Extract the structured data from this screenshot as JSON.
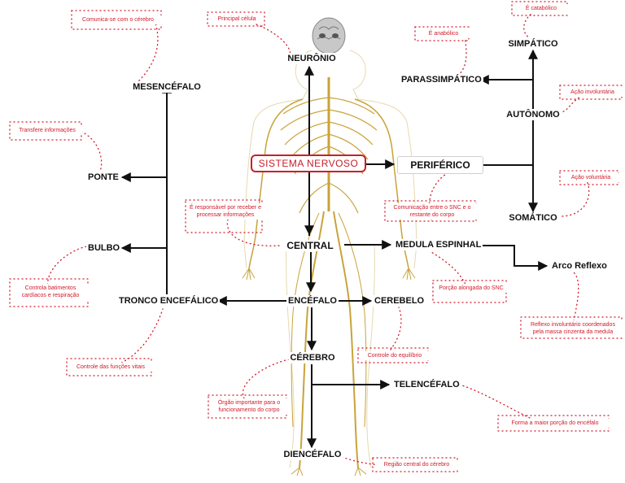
{
  "root": "SISTEMA NERVOSO",
  "nodes": {
    "neuronio": "NEURÔNIO",
    "periferico": "PERIFÉRICO",
    "central": "CENTRAL",
    "autonomo": "AUTÔNOMO",
    "simpatico": "SIMPÁTICO",
    "parassimpatico": "PARASSIMPÁTICO",
    "somatico": "SOMÁTICO",
    "medula": "MEDULA ESPINHAL",
    "arco": "Arco Reflexo",
    "encefalo": "ENCÉFALO",
    "cerebelo": "CEREBELO",
    "tronco": "TRONCO ENCEFÁLICO",
    "cerebro": "CÉREBRO",
    "telencefalo": "TELENCÉFALO",
    "diencefalo": "DIENCÉFALO",
    "mesencefalo": "MESENCÉFALO",
    "ponte": "PONTE",
    "bulbo": "BULBO"
  },
  "notes": {
    "neuronio": "Principal célula",
    "mesencefalo": "Comunica-se com o cérebro",
    "ponte": "Transfere informações",
    "bulbo": "Controla batimentos cardíacos e respiração",
    "tronco": "Controle das funções vitais",
    "central": "É responsável por receber e processar informações",
    "periferico": "Comunicação entre o SNC e o restante do corpo",
    "simpatico": "É catabólico",
    "parassimpatico": "É anabólico",
    "autonomo": "Ação involuntária",
    "somatico": "Ação voluntária",
    "medula": "Porção alongada do SNC",
    "arco": "Reflexo involuntário coordenados pela massa cinzenta da medula",
    "cerebelo": "Controle do equilíbrio",
    "cerebro": "Órgão importante para o funcionamento do corpo",
    "telencefalo": "Forma a maior porção do encéfalo",
    "diencefalo": "Região central do cérebro"
  },
  "colors": {
    "root_border": "#c8202a",
    "note_text": "#d11a2a",
    "nerve": "#c9a33a",
    "line": "#111111"
  }
}
